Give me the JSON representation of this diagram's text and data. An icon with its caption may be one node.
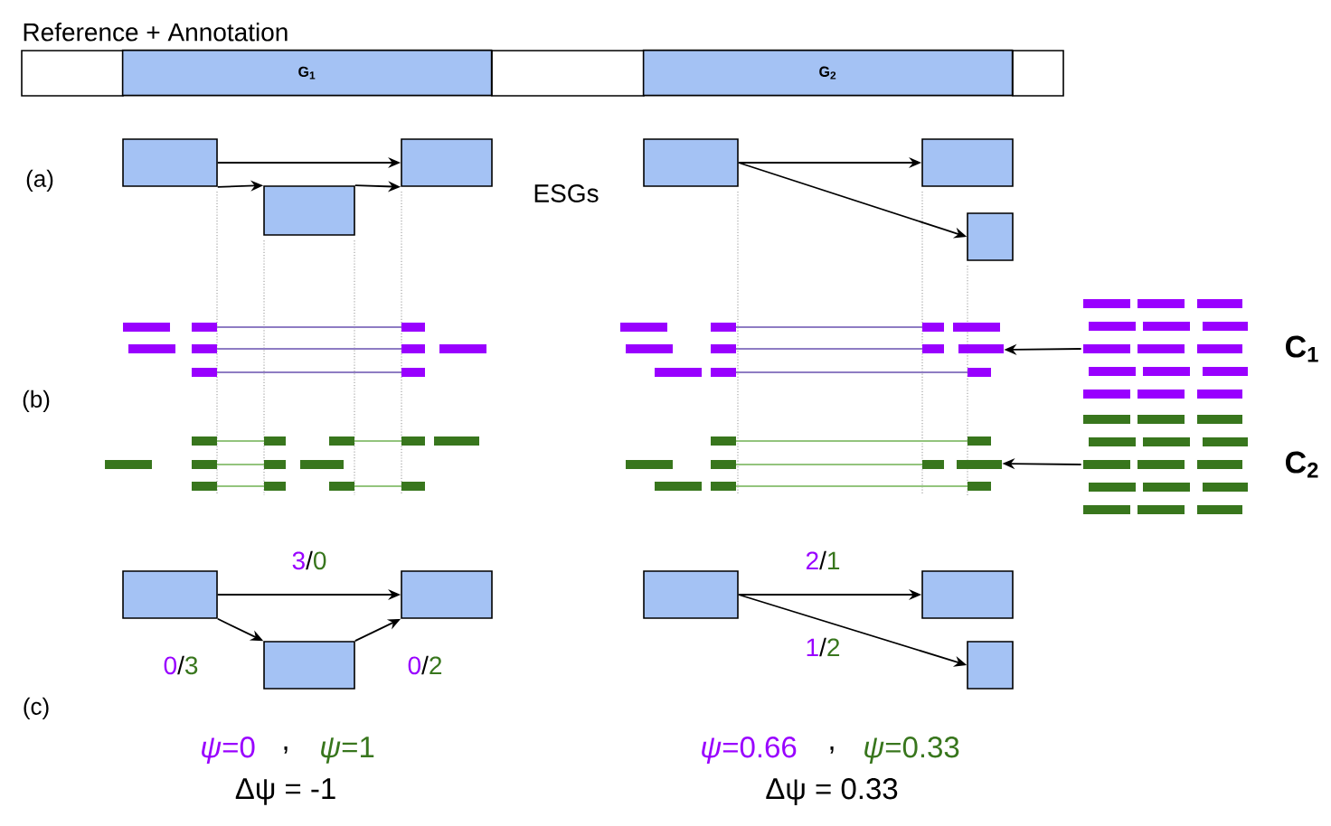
{
  "diagram": {
    "nodes": [
      {
        "text": [
          "Reference + Annotation"
        ]
      },
      {
        "text": [
          "G$_{1}$"
        ],
        "in": 0
      },
      {
        "text": [
          "G$_{2}$"
        ],
        "in": 0
      },
      {
        "text": [],
        "shape": "box"
      },
      {
        "text": [],
        "shape": "box"
      },
      {
        "text": [],
        "shape": "box"
      },
      {
        "text": [],
        "shape": "box"
      },
      {
        "text": [],
        "shape": "box"
      },
      {
        "text": [],
        "shape": "box"
      },
      {
        "text": [],
        "shape": "bar"
      },
      {
        "text": [],
        "shape": "bar"
      },
      {
        "text": [],
        "shape": "bar",
        "beside": [
          "C$_{1}$"
        ]
      },
      {
        "text": [],
        "shape": "bar"
      },
      {
        "text": [],
        "shape": "bar"
      },
      {
        "text": [],
        "shape": "bar",
        "beside": [
          "C$_{2}$"
        ]
      },
      {
        "text": [],
        "shape": "box"
      },
      {
        "text": [],
        "shape": "box"
      },
      {
        "text": [],
        "shape": "box"
      },
      {
        "text": [],
        "shape": "box"
      },
      {
        "text": [],
        "shape": "box"
      },
      {
        "text": [],
        "shape": "box"
      }
    ],
    "edges": [
      {
        "from": 3,
        "to": 5,
        "arrow": "to"
      },
      {
        "from": 3,
        "to": 4,
        "arrow": "to"
      },
      {
        "from": 4,
        "to": 5,
        "arrow": "to"
      },
      {
        "from": 6,
        "to": 7,
        "arrow": "to"
      },
      {
        "from": 6,
        "to": 8,
        "arrow": "to"
      },
      {
        "from": 11,
        "to": 10,
        "arrow": "to"
      },
      {
        "from": 14,
        "to": 13,
        "arrow": "to"
      },
      {
        "from": 15,
        "to": 17,
        "arrow": "to",
        "label": "3/0"
      },
      {
        "from": 15,
        "to": 16,
        "arrow": "to",
        "label": "0/3"
      },
      {
        "from": 16,
        "to": 17,
        "arrow": "to",
        "label": "0/2"
      },
      {
        "from": 18,
        "to": 19,
        "arrow": "to",
        "label": "2/1"
      },
      {
        "from": 18,
        "to": 20,
        "arrow": "to",
        "label": "1/2"
      }
    ],
    "labels": [
      "(a)",
      "ESGs",
      "(b)",
      "(c)",
      "*ψ*=0",
      ",",
      "*ψ*=1",
      "Δψ = -1",
      "*ψ*=0.66",
      ",",
      "*ψ*=0.33",
      "Δψ = 0.33"
    ]
  }
}
